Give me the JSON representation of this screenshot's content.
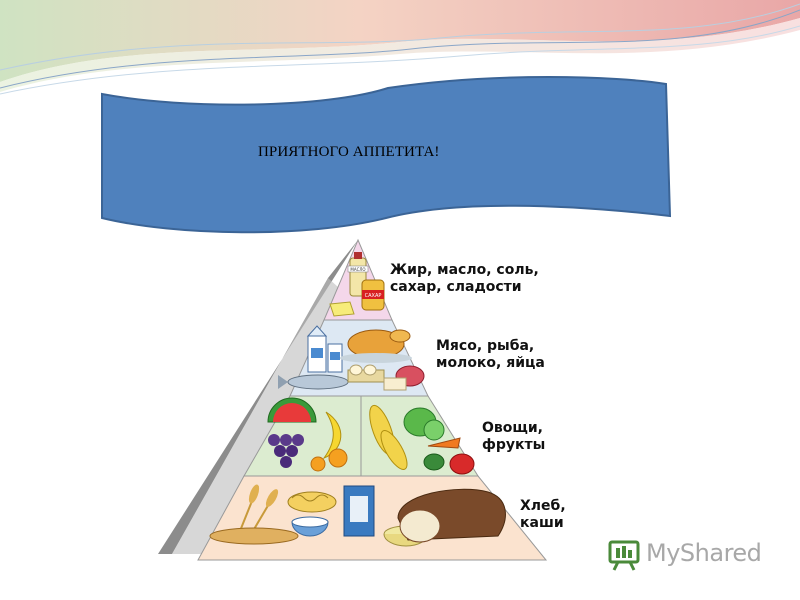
{
  "banner": {
    "text": "ПРИЯТНОГО АППЕТИТА!"
  },
  "pyramid": {
    "levels": [
      {
        "label": "Жир, масло, соль,\nсахар, сладости"
      },
      {
        "label": "Мясо, рыба,\nмолоко, яйца"
      },
      {
        "label": "Овощи,\nфрукты"
      },
      {
        "label": "Хлеб,\nкаши"
      }
    ],
    "jar_labels": {
      "oil": "МАСЛО",
      "sugar": "САХАР"
    }
  },
  "watermark": {
    "text": "MyShared"
  },
  "colors": {
    "banner_fill": "#4f81bd",
    "banner_stroke": "#3b6496",
    "tier_1": "#f4d7ea",
    "tier_2": "#dde8f3",
    "tier_3": "#dcecd0",
    "tier_4": "#fbe3cf",
    "pyramid_side": "#8c8c8c"
  }
}
